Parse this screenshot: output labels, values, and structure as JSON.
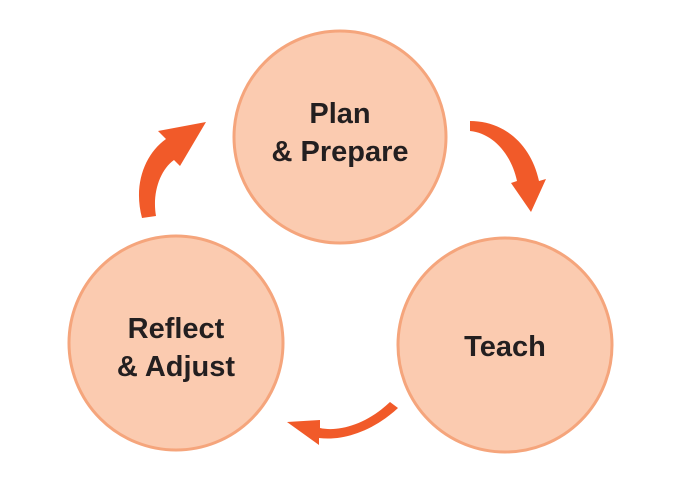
{
  "diagram": {
    "type": "cycle",
    "colors": {
      "circle_fill": "#fbcbb0",
      "circle_stroke": "#f5a57c",
      "arrow": "#f15a29",
      "text": "#231f20"
    },
    "nodes": [
      {
        "id": "plan",
        "line1": "Plan",
        "line2": "& Prepare"
      },
      {
        "id": "teach",
        "line1": "Teach",
        "line2": ""
      },
      {
        "id": "reflect",
        "line1": "Reflect",
        "line2": "& Adjust"
      }
    ],
    "arrows": [
      {
        "from": "plan",
        "to": "teach"
      },
      {
        "from": "teach",
        "to": "reflect"
      },
      {
        "from": "reflect",
        "to": "plan"
      }
    ]
  }
}
